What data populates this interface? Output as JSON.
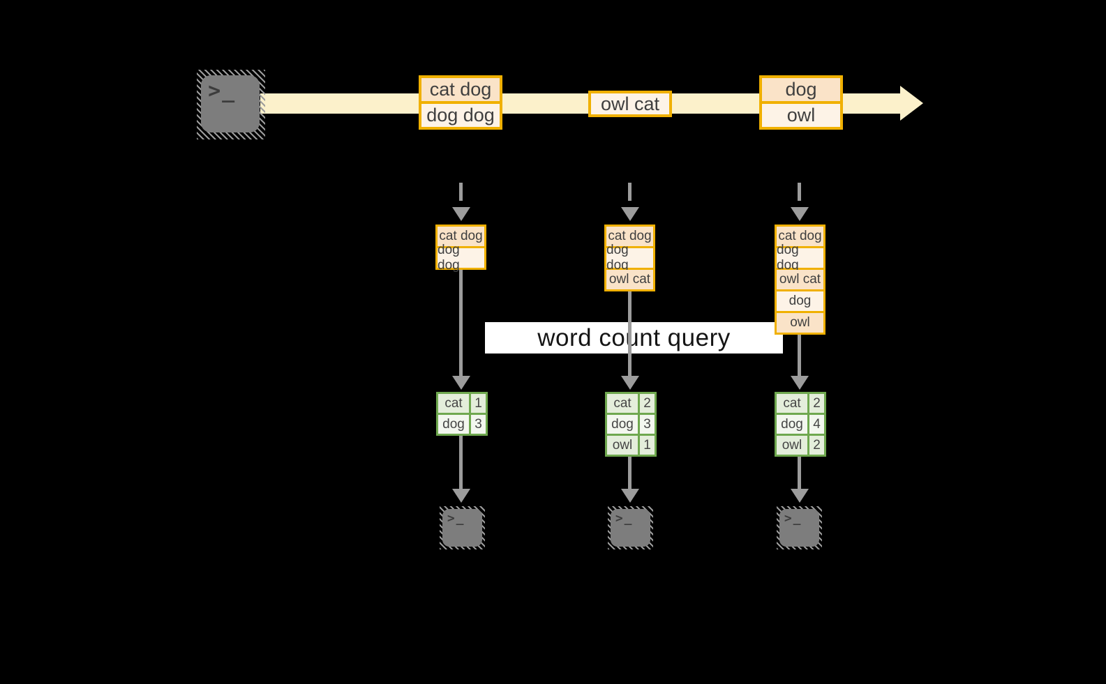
{
  "query_label": "word count query",
  "icons": {
    "terminal_prompt": ">_"
  },
  "colors": {
    "background": "#000000",
    "stream_band": "#fcf1cb",
    "box_border_orange": "#f0b000",
    "box_fill_dark": "#fae3c8",
    "box_fill_light": "#fdf3e7",
    "table_border_green": "#6fa84f",
    "table_fill_dark": "#e4eedb",
    "table_fill_light": "#f3f7ef",
    "arrow_gray": "#9c9c9c",
    "terminal_gray": "#7d7d7d",
    "text_dark": "#3f3f3f"
  },
  "stream": {
    "events": [
      {
        "rows": [
          "cat dog",
          "dog dog"
        ]
      },
      {
        "rows": [
          "owl cat"
        ]
      },
      {
        "rows": [
          "dog",
          "owl"
        ]
      }
    ]
  },
  "columns": [
    {
      "batch": {
        "rows": [
          "cat dog",
          "dog dog"
        ]
      },
      "counts": {
        "rows": [
          {
            "word": "cat",
            "count": "1"
          },
          {
            "word": "dog",
            "count": "3"
          }
        ]
      }
    },
    {
      "batch": {
        "rows": [
          "cat dog",
          "dog dog",
          "owl cat"
        ]
      },
      "counts": {
        "rows": [
          {
            "word": "cat",
            "count": "2"
          },
          {
            "word": "dog",
            "count": "3"
          },
          {
            "word": "owl",
            "count": "1"
          }
        ]
      }
    },
    {
      "batch": {
        "rows": [
          "cat dog",
          "dog dog",
          "owl cat",
          "dog",
          "owl"
        ]
      },
      "counts": {
        "rows": [
          {
            "word": "cat",
            "count": "2"
          },
          {
            "word": "dog",
            "count": "4"
          },
          {
            "word": "owl",
            "count": "2"
          }
        ]
      }
    }
  ]
}
